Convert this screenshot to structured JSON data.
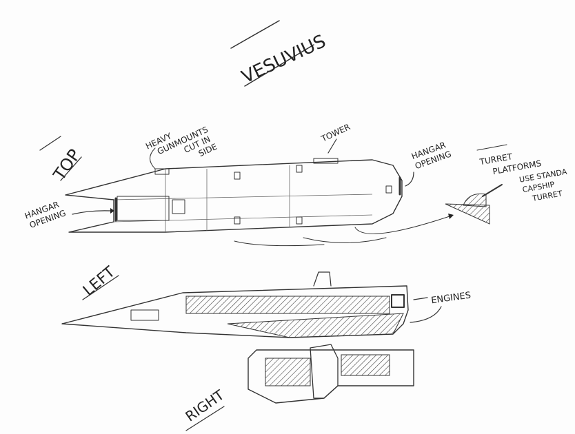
{
  "title": "VESUVIUS",
  "views": {
    "top": "TOP",
    "left": "LEFT",
    "right": "RIGHT"
  },
  "annotations": {
    "gunmounts": [
      "HEAVY",
      "GUNMOUNTS",
      "CUT IN",
      "SIDE"
    ],
    "tower": "TOWER",
    "hangar_front": [
      "HANGAR",
      "OPENING"
    ],
    "hangar_rear": [
      "HANGAR",
      "OPENING"
    ],
    "turret_platforms": [
      "TURRET",
      "PLATFORMS"
    ],
    "turret_note": [
      "USE STANDA",
      "CAPSHIP",
      "TURRET"
    ],
    "engines": "ENGINES"
  },
  "colors": {
    "pencil": "#333333",
    "paper": "#fdfdfd"
  }
}
